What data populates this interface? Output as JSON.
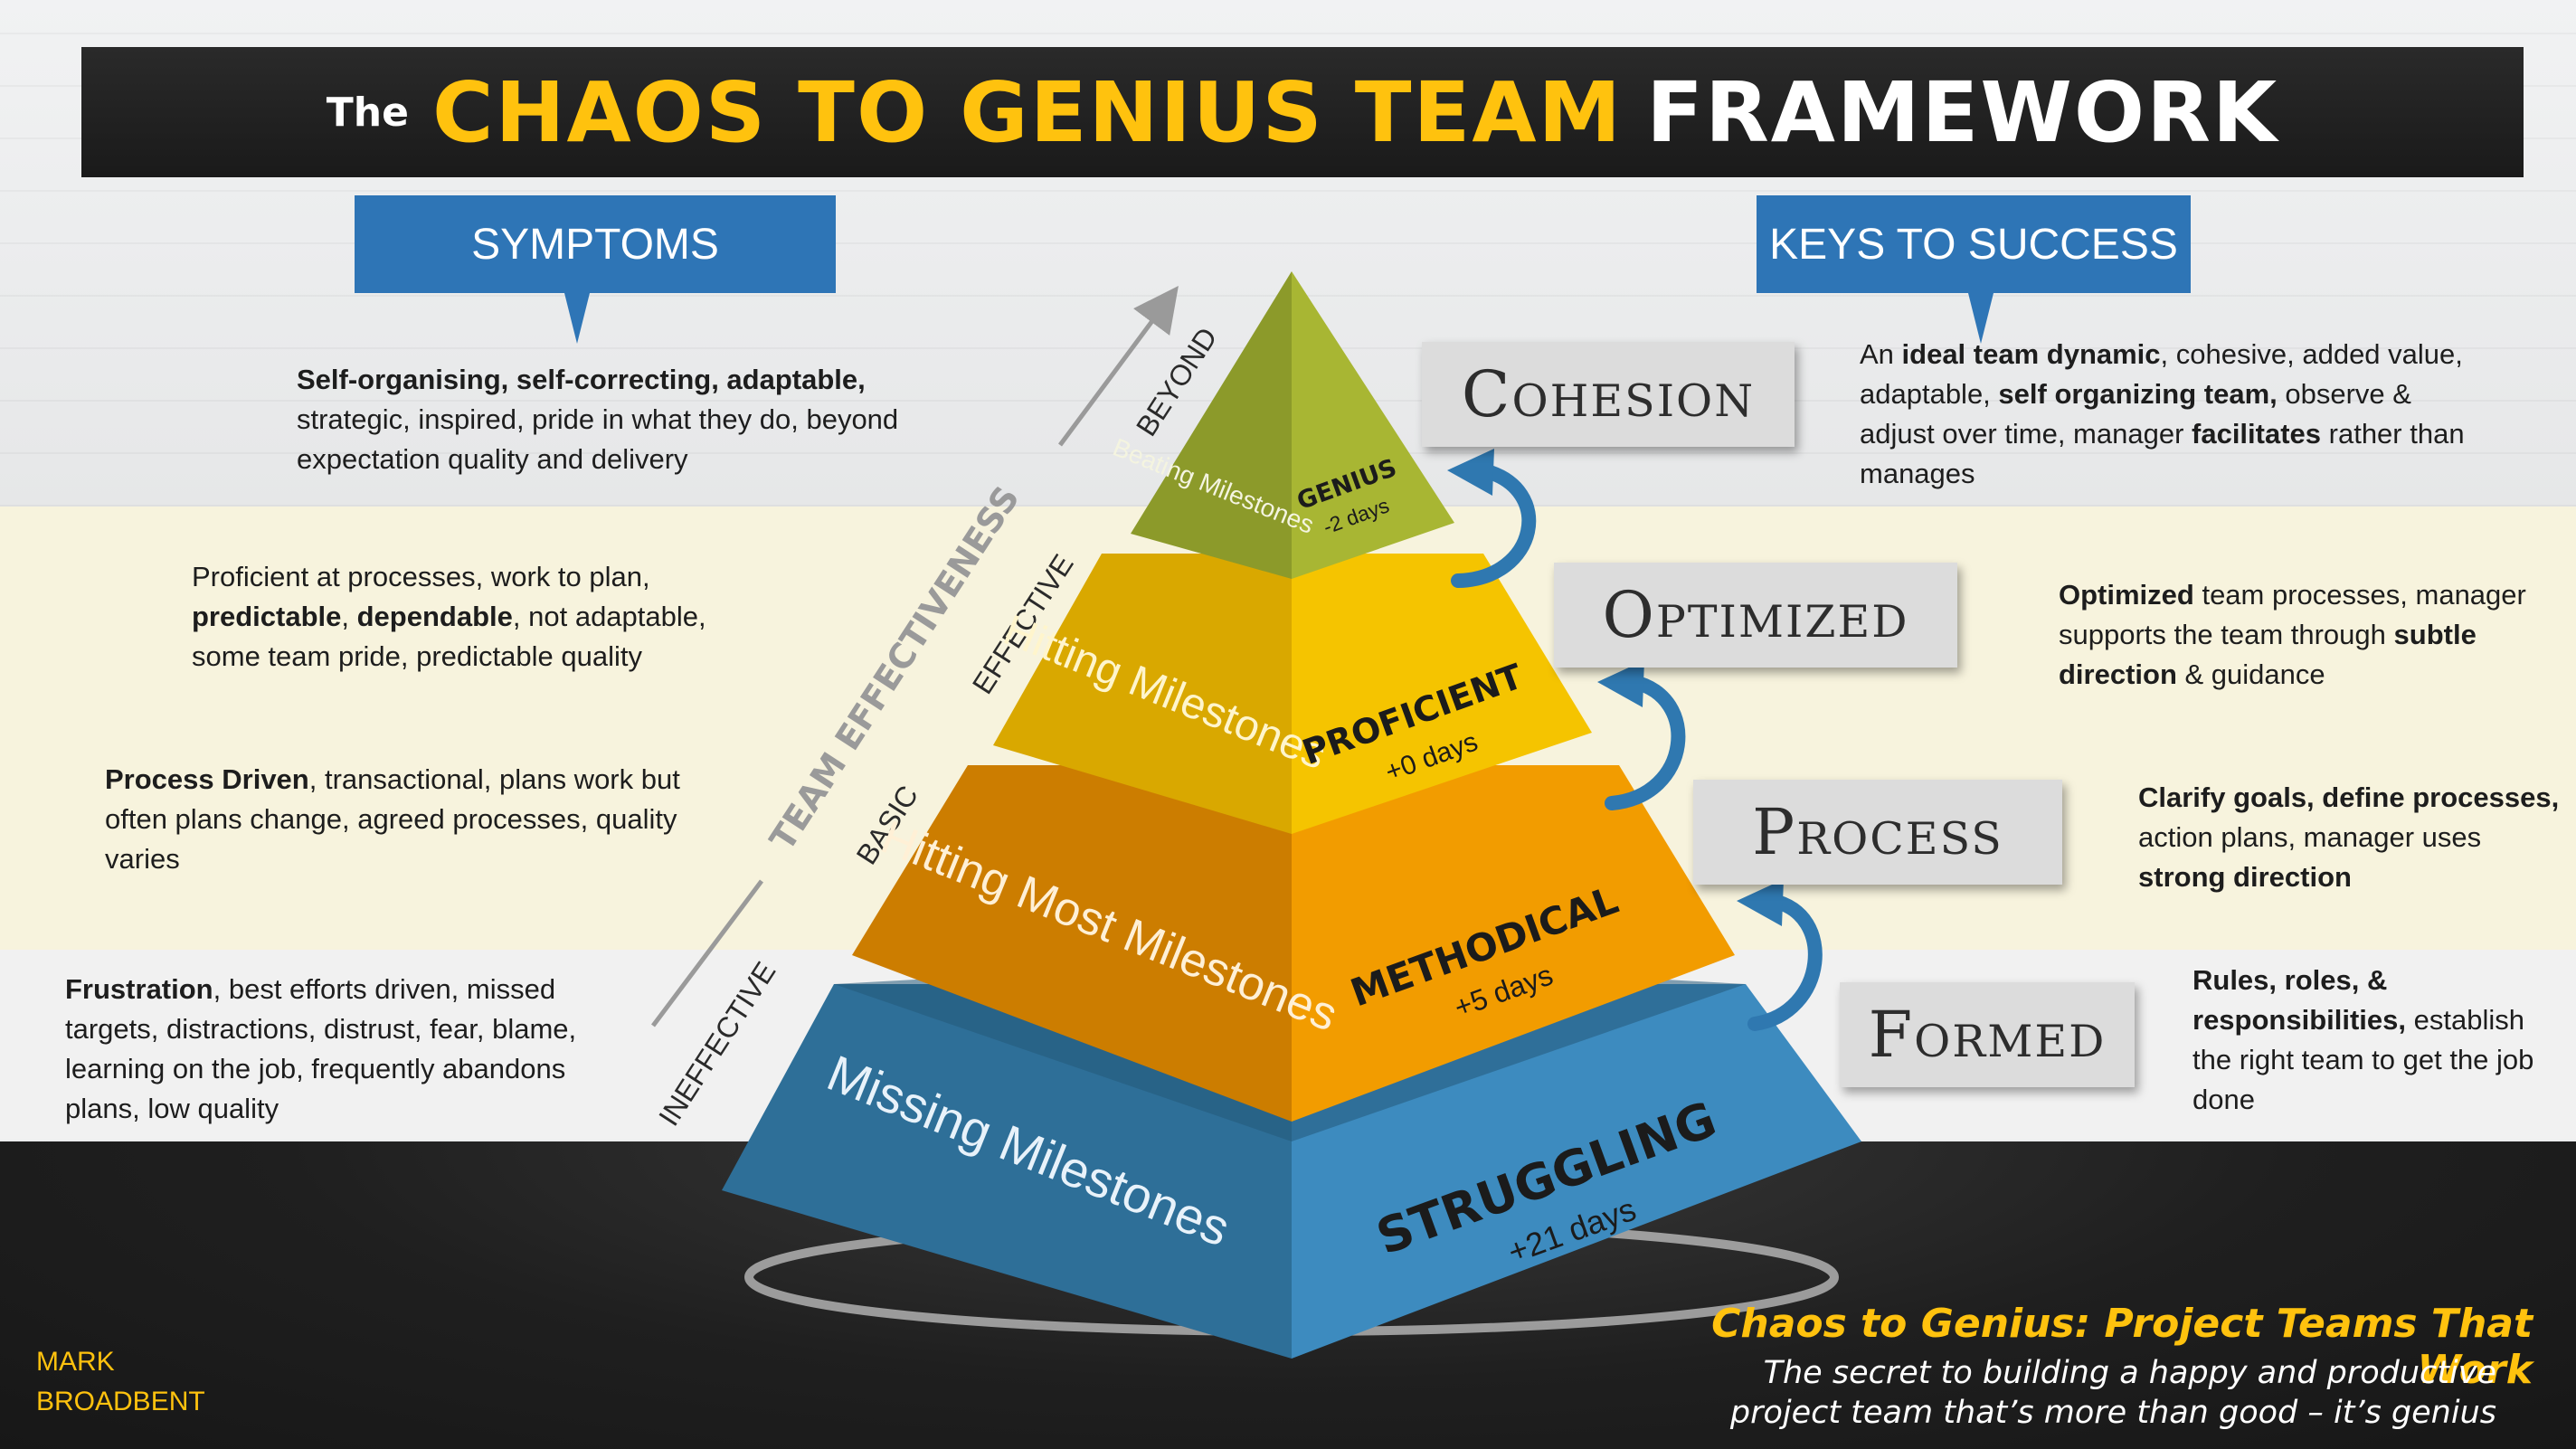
{
  "title": {
    "prefix": "The",
    "main": "CHAOS TO GENIUS TEAM",
    "end": "FRAMEWORK"
  },
  "headers": {
    "symptoms": "SYMPTOMS",
    "keys": "KEYS TO SUCCESS"
  },
  "axis": {
    "label": "TEAM EFFECTIVENESS",
    "levels": [
      "BEYOND",
      "EFFECTIVE",
      "BASIC",
      "INEFFECTIVE"
    ]
  },
  "tiers": [
    {
      "left_label": "Beating Milestones",
      "name": "GENIUS",
      "days": "-2 days"
    },
    {
      "left_label": "Hitting Milestones",
      "name": "PROFICIENT",
      "days": "+0 days"
    },
    {
      "left_label": "Hitting Most Milestones",
      "name": "METHODICAL",
      "days": "+5 days"
    },
    {
      "left_label": "Missing Milestones",
      "name": "STRUGGLING",
      "days": "+21 days"
    }
  ],
  "stages": [
    "Cohesion",
    "Optimized",
    "Process",
    "Formed"
  ],
  "symptoms": {
    "genius": {
      "b1": "Self-organising, self-correcting, adaptable,",
      "t1": " strategic, inspired, pride in what they do, beyond expectation quality and delivery"
    },
    "proficient": {
      "t1": "Proficient at processes, work to plan, ",
      "b1": "predictable",
      "t2": ", ",
      "b2": "dependable",
      "t3": ", not adaptable, some team pride, predictable quality"
    },
    "methodical": {
      "b1": "Process Driven",
      "t1": ", transactional, plans work but often plans change, agreed processes, quality varies"
    },
    "struggling": {
      "b1": "Frustration",
      "t1": ", best efforts driven, missed targets, distractions, distrust, fear, blame, learning on the job, frequently abandons plans, low quality"
    }
  },
  "keys": {
    "genius": {
      "t1": "An ",
      "b1": "ideal team dynamic",
      "t2": ", cohesive, added value, adaptable, ",
      "b2": "self organizing team,",
      "t3": " observe & adjust over time, manager ",
      "b3": "facilitates",
      "t4": " rather than manages"
    },
    "proficient": {
      "b1": "Optimized",
      "t1": " team processes, manager supports the team through ",
      "b2": "subtle direction",
      "t2": " & guidance"
    },
    "methodical": {
      "b1": "Clarify goals, define processes,",
      "t1": " action plans, manager uses ",
      "b2": "strong direction"
    },
    "struggling": {
      "b1": "Rules, roles, & responsibilities,",
      "t1": " establish the right team to get the job done"
    }
  },
  "footer": {
    "author_line1": "MARK",
    "author_line2": "BROADBENT",
    "title": "Chaos to Genius: Project Teams That Work",
    "sub_line1": "The secret to building a happy and productive",
    "sub_line2": "project team that’s more than good – it’s genius"
  },
  "colors": {
    "blue_box": "#2e75b6",
    "gold": "#ffc20e",
    "genius_left": "#8c9a2a",
    "genius_right": "#a8b633",
    "proficient_left": "#d9a800",
    "proficient_right": "#f5c400",
    "methodical_left": "#cc7d00",
    "methodical_right": "#f29c00",
    "struggling_left": "#2e6f98",
    "struggling_right": "#3d8bbf"
  }
}
